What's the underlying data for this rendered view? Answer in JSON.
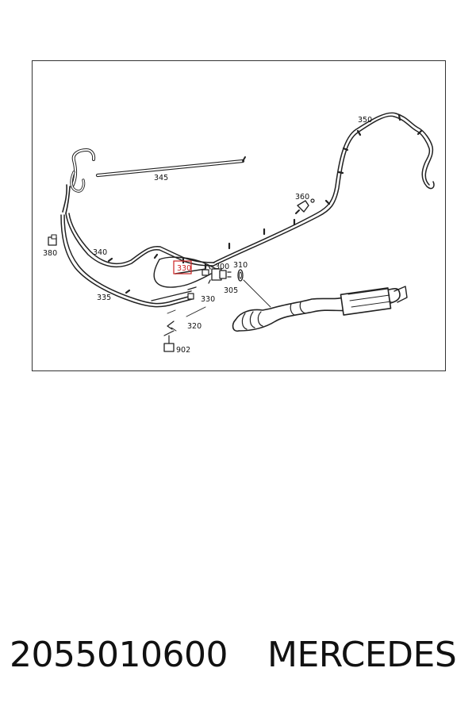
{
  "diagram": {
    "callouts": {
      "c345": "345",
      "c350": "350",
      "c360": "360",
      "c380": "380",
      "c340": "340",
      "c335": "335",
      "c330_highlight": "330",
      "c300": "300",
      "c310": "310",
      "c305": "305",
      "c330": "330",
      "c320": "320",
      "c902": "902"
    },
    "highlight_color": "#cc2222"
  },
  "footer": {
    "part_number": "2055010600",
    "brand": "MERCEDES"
  }
}
